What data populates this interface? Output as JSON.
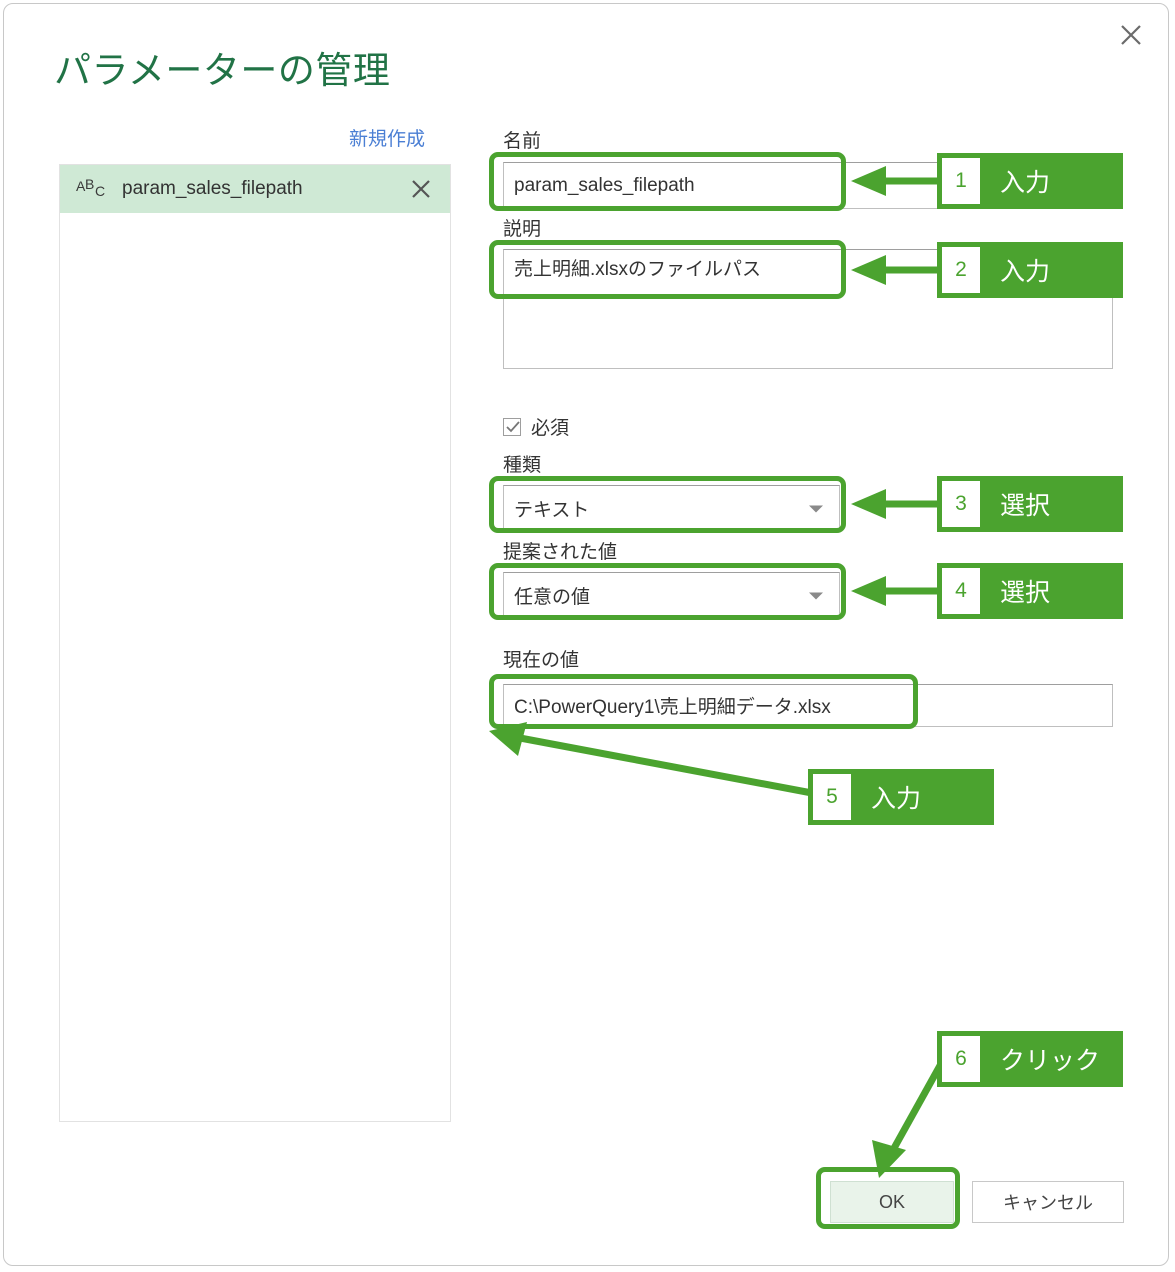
{
  "dialog": {
    "title": "パラメーターの管理",
    "close_icon": "close-icon"
  },
  "left_panel": {
    "new_link": "新規作成",
    "items": [
      {
        "type_icon": "abc-text-type-icon",
        "name": "param_sales_filepath",
        "remove_icon": "close-icon"
      }
    ]
  },
  "form": {
    "name_label": "名前",
    "name_value": "param_sales_filepath",
    "description_label": "説明",
    "description_value": "売上明細.xlsxのファイルパス",
    "required_label": "必須",
    "required_checked": true,
    "type_label": "種類",
    "type_value": "テキスト",
    "suggested_label": "提案された値",
    "suggested_value": "任意の値",
    "current_label": "現在の値",
    "current_value": "C:\\PowerQuery1\\売上明細データ.xlsx"
  },
  "footer": {
    "ok_label": "OK",
    "cancel_label": "キャンセル"
  },
  "annotations": {
    "accent_color": "#4ba32f",
    "callouts": [
      {
        "num": "1",
        "text": "入力"
      },
      {
        "num": "2",
        "text": "入力"
      },
      {
        "num": "3",
        "text": "選択"
      },
      {
        "num": "4",
        "text": "選択"
      },
      {
        "num": "5",
        "text": "入力"
      },
      {
        "num": "6",
        "text": "クリック"
      }
    ]
  }
}
